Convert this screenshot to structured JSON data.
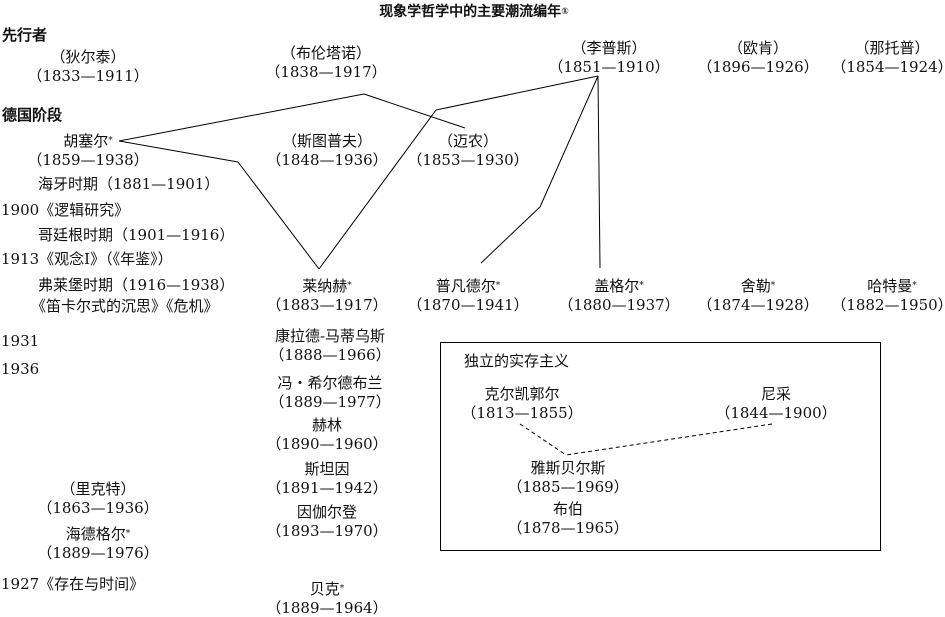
{
  "title": "现象学哲学中的主要潮流编年",
  "title_note": "①",
  "sections": {
    "precursors": "先行者",
    "german_phase": "德国阶段"
  },
  "people": {
    "dilthey": {
      "name": "（狄尔泰）",
      "years": "（1833—1911）"
    },
    "brentano": {
      "name": "（布伦塔诺）",
      "years": "（1838—1917）"
    },
    "lipps": {
      "name": "（李普斯）",
      "years": "（1851—1910）"
    },
    "eucken": {
      "name": "（欧肯）",
      "years": "（1896—1926）"
    },
    "natorp": {
      "name": "（那托普）",
      "years": "（1854—1924）"
    },
    "husserl": {
      "name": "胡塞尔",
      "mark": "*",
      "years": "（1859—1938）"
    },
    "stumpf": {
      "name": "（斯图普夫）",
      "years": "（1848—1936）"
    },
    "meinong": {
      "name": "（迈农）",
      "years": "（1853—1930）"
    },
    "reinach": {
      "name": "莱纳赫",
      "mark": "*",
      "years": "（1883—1917）"
    },
    "pfander": {
      "name": "普凡德尔",
      "mark": "*",
      "years": "（1870—1941）"
    },
    "geiger": {
      "name": "盖格尔",
      "mark": "*",
      "years": "（1880—1937）"
    },
    "scheler": {
      "name": "舍勒",
      "mark": "*",
      "years": "（1874—1928）"
    },
    "hartmann": {
      "name": "哈特曼",
      "mark": "*",
      "years": "（1882—1950）"
    },
    "conrad": {
      "name": "康拉德-马蒂乌斯",
      "years": "（1888—1966）"
    },
    "hildebrand": {
      "name": "冯・希尔德布兰",
      "years": "（1889—1977）"
    },
    "hering": {
      "name": "赫林",
      "years": "（1890—1960）"
    },
    "stein": {
      "name": "斯坦因",
      "years": "（1891—1942）"
    },
    "ingarden": {
      "name": "因伽尔登",
      "years": "（1893—1970）"
    },
    "becker": {
      "name": "贝克",
      "mark": "*",
      "years": "（1889—1964）"
    },
    "rickert": {
      "name": "（里克特）",
      "years": "（1863—1936）"
    },
    "heidegger": {
      "name": "海德格尔",
      "mark": "*",
      "years": "（1889—1976）"
    }
  },
  "husserl_timeline": {
    "halle": "海牙时期（1881—1901）",
    "y1900": "1900《逻辑研究》",
    "gottingen": "哥廷根时期（1901—1916）",
    "y1913": "1913《观念I》（《年鉴》）",
    "freiburg": "弗莱堡时期（1916—1938）",
    "works": "《笛卡尔式的沉思》《危机》",
    "y1931": "1931",
    "y1936": "1936",
    "y1927": "1927《存在与时间》"
  },
  "box": {
    "title": "独立的实存主义",
    "kierkegaard": {
      "name": "克尔凯郭尔",
      "years": "（1813—1855）"
    },
    "nietzsche": {
      "name": "尼采",
      "years": "（1844—1900）"
    },
    "jaspers": {
      "name": "雅斯贝尔斯",
      "years": "（1885—1969）"
    },
    "buber": {
      "name": "布伯",
      "years": "（1878—1965）"
    }
  }
}
